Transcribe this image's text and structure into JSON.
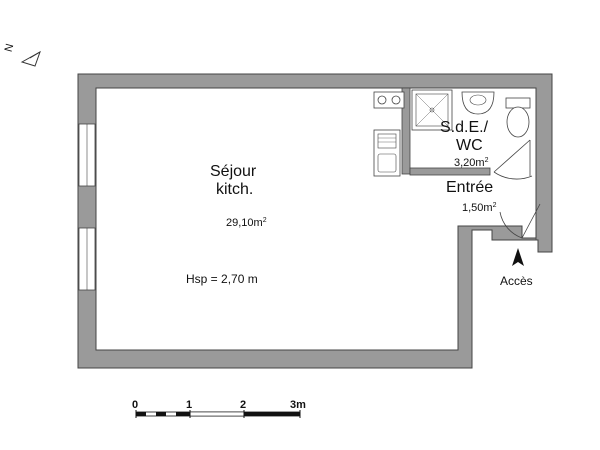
{
  "compass": {
    "north_label": "N"
  },
  "rooms": {
    "sejour": {
      "name_line1": "Séjour",
      "name_line2": "kitch.",
      "area_value": "29,10m",
      "area_sup": "2"
    },
    "sde": {
      "name_line1": "S.d.E./",
      "name_line2": "WC",
      "area_value": "3,20m",
      "area_sup": "2"
    },
    "entree": {
      "name": "Entrée",
      "area_value": "1,50m",
      "area_sup": "2"
    }
  },
  "ceiling_height": "Hsp = 2,70 m",
  "access_label": "Accès",
  "scale_bar": {
    "labels": [
      "0",
      "1",
      "2",
      "3m"
    ]
  },
  "colors": {
    "wall": "#9a9a9a",
    "wall_outline": "#444444",
    "window": "#ffffff"
  }
}
